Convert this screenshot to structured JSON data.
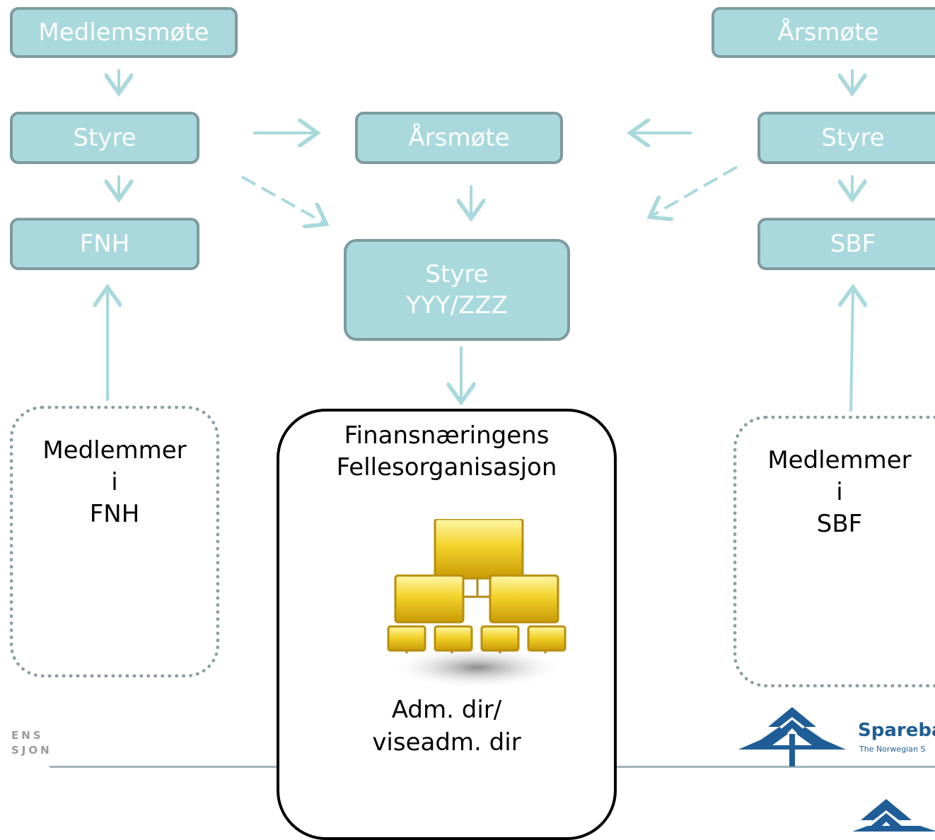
{
  "nodes": {
    "left_meeting": "Medlemsmøte",
    "left_board": "Styre",
    "left_org": "FNH",
    "center_meeting": "Årsmøte",
    "center_board_line1": "Styre",
    "center_board_line2": "YYY/ZZZ",
    "right_meeting": "Årsmøte",
    "right_board": "Styre",
    "right_org": "SBF"
  },
  "members_left": [
    "Medlemmer",
    "i",
    "FNH"
  ],
  "members_right": [
    "Medlemmer",
    "i",
    "SBF"
  ],
  "center_org": {
    "title_line1": "Finansnæringens",
    "title_line2": "Fellesorganisasjon",
    "icon": "org-chart-icon",
    "role_line1": "Adm. dir/",
    "role_line2": "viseadm. dir"
  },
  "logos": {
    "left_fragment_line1": "ENS",
    "left_fragment_line2": "SJON",
    "right_name": "Spareba",
    "right_tagline": "The Norwegian S"
  },
  "colors": {
    "node_fill": "#a9d9dc",
    "node_border": "#7e9aa0",
    "arrow": "#a9d9dc",
    "dotted_border": "#8a9fa4",
    "logo_blue": "#1f5d96"
  }
}
